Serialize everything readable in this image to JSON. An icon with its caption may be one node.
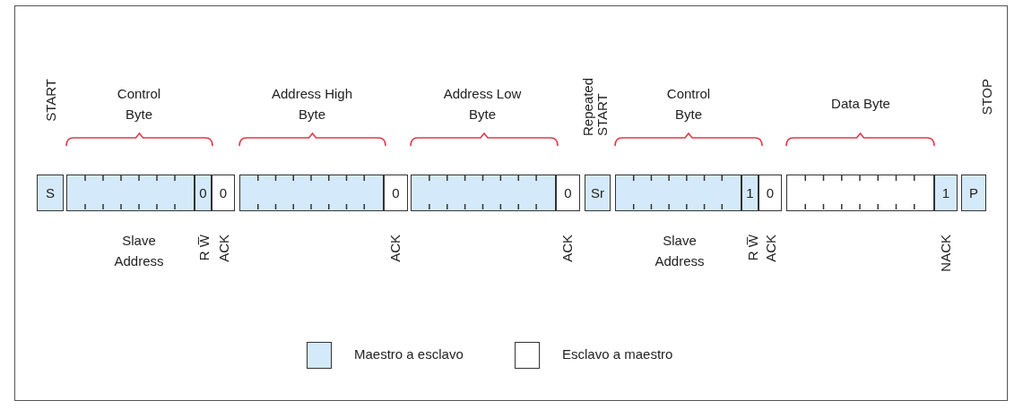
{
  "diagram": {
    "labels": [
      "START",
      "Control Byte",
      "Address High Byte",
      "Address Low Byte",
      "Repeated START",
      "Control Byte",
      "Data Byte",
      "STOP",
      "S",
      "0",
      "0",
      "0",
      "0",
      "Sr",
      "1",
      "0",
      "1",
      "P",
      "Slave Address",
      "R W̅",
      "ACK",
      "ACK",
      "ACK",
      "Slave Address",
      "R W̅",
      "ACK",
      "NACK"
    ],
    "legend": [
      {
        "text": "Maestro a esclavo",
        "color": "#d4e9f9"
      },
      {
        "text": "Esclavo a maestro",
        "color": "#ffffff"
      }
    ]
  }
}
